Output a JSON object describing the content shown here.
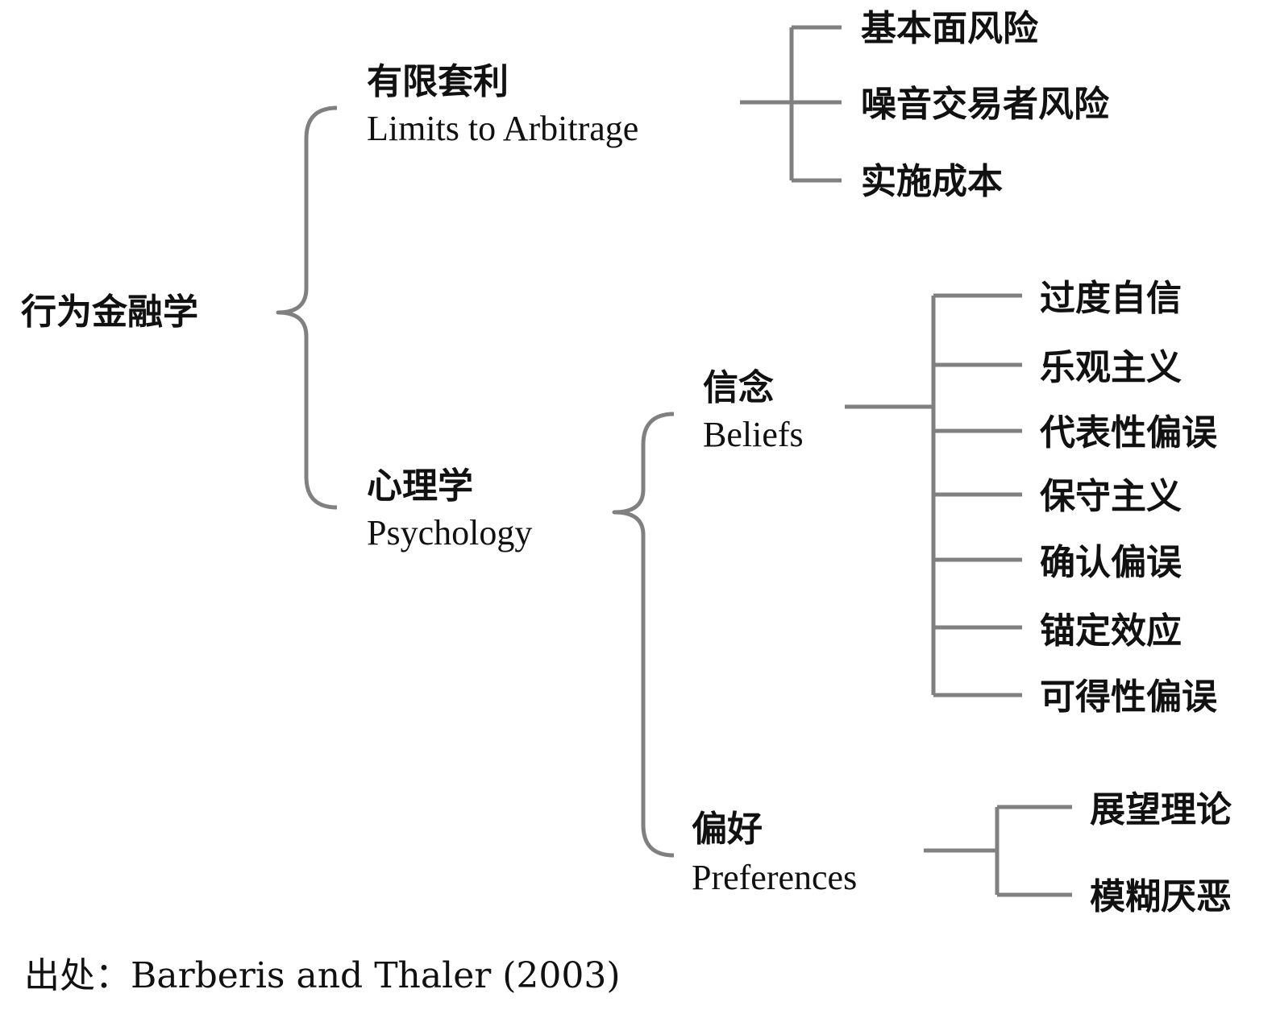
{
  "root": {
    "label": "行为金融学"
  },
  "limits": {
    "label_zh": "有限套利",
    "label_en": "Limits to Arbitrage",
    "items": [
      "基本面风险",
      "噪音交易者风险",
      "实施成本"
    ]
  },
  "psychology": {
    "label_zh": "心理学",
    "label_en": "Psychology",
    "beliefs": {
      "label_zh": "信念",
      "label_en": "Beliefs",
      "items": [
        "过度自信",
        "乐观主义",
        "代表性偏误",
        "保守主义",
        "确认偏误",
        "锚定效应",
        "可得性偏误"
      ]
    },
    "preferences": {
      "label_zh": "偏好",
      "label_en": "Preferences",
      "items": [
        "展望理论",
        "模糊厌恶"
      ]
    }
  },
  "source": "出处：Barberis and Thaler (2003)",
  "colors": {
    "line": "#808080",
    "text": "#111111"
  }
}
